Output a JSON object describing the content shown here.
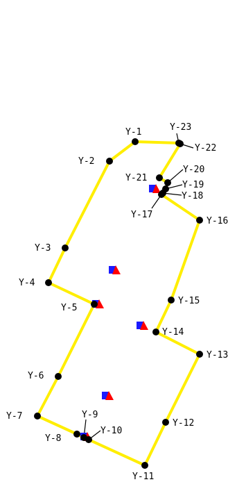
{
  "colors": {
    "path": "#ffee00",
    "node": "#000000",
    "marker_square": "#1a1aff",
    "marker_triangle": "#ff0000",
    "leader": "#000000",
    "background": "#ffffff"
  },
  "route": {
    "closed": true,
    "order": [
      "Y-1",
      "Y-23",
      "Y-22",
      "Y-21",
      "Y-20",
      "Y-19",
      "Y-18",
      "Y-17",
      "Y-16",
      "Y-15",
      "Y-14",
      "Y-13",
      "Y-12",
      "Y-11",
      "Y-10",
      "Y-9",
      "Y-8",
      "Y-7",
      "Y-6",
      "Y-5",
      "Y-4",
      "Y-3",
      "Y-2"
    ]
  },
  "nodes": [
    {
      "id": "Y-1",
      "label": "Y-1"
    },
    {
      "id": "Y-2",
      "label": "Y-2"
    },
    {
      "id": "Y-3",
      "label": "Y-3"
    },
    {
      "id": "Y-4",
      "label": "Y-4"
    },
    {
      "id": "Y-5",
      "label": "Y-5"
    },
    {
      "id": "Y-6",
      "label": "Y-6"
    },
    {
      "id": "Y-7",
      "label": "Y-7"
    },
    {
      "id": "Y-8",
      "label": "Y-8"
    },
    {
      "id": "Y-9",
      "label": "Y-9"
    },
    {
      "id": "Y-10",
      "label": "Y-10"
    },
    {
      "id": "Y-11",
      "label": "Y-11"
    },
    {
      "id": "Y-12",
      "label": "Y-12"
    },
    {
      "id": "Y-13",
      "label": "Y-13"
    },
    {
      "id": "Y-14",
      "label": "Y-14"
    },
    {
      "id": "Y-15",
      "label": "Y-15"
    },
    {
      "id": "Y-16",
      "label": "Y-16"
    },
    {
      "id": "Y-17",
      "label": "Y-17"
    },
    {
      "id": "Y-18",
      "label": "Y-18"
    },
    {
      "id": "Y-19",
      "label": "Y-19"
    },
    {
      "id": "Y-20",
      "label": "Y-20"
    },
    {
      "id": "Y-21",
      "label": "Y-21"
    },
    {
      "id": "Y-22",
      "label": "Y-22"
    },
    {
      "id": "Y-23",
      "label": "Y-23"
    }
  ],
  "markers": {
    "count": 6,
    "icon": "square-triangle-marker"
  }
}
